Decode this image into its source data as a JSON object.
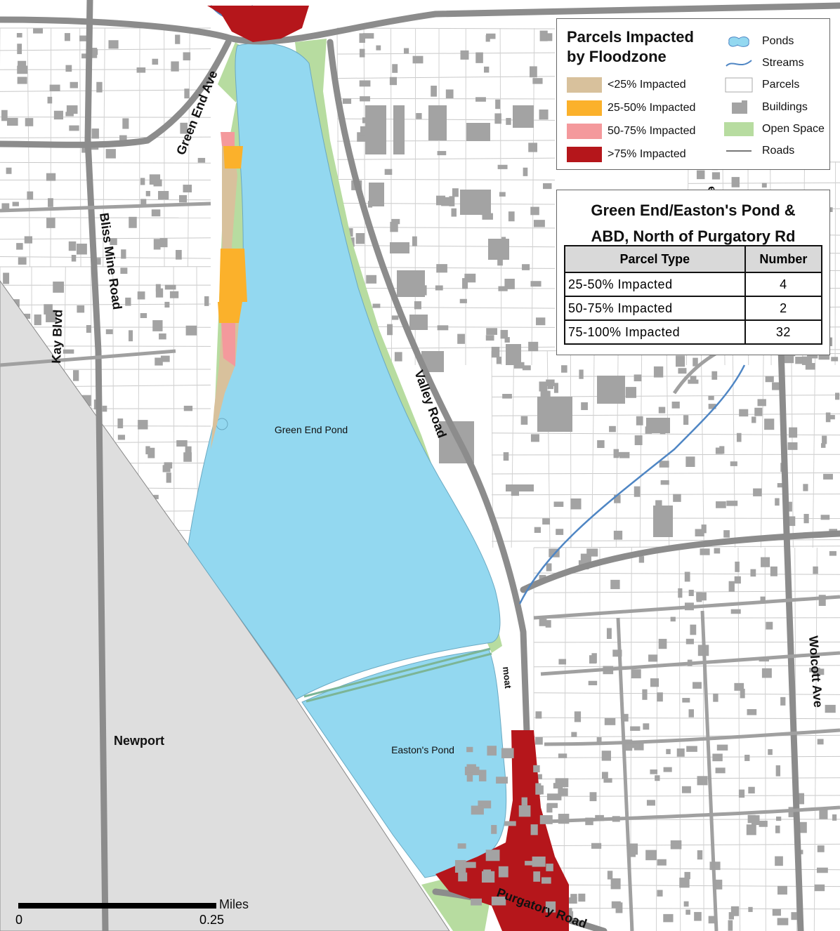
{
  "map": {
    "water_labels": {
      "green_end_pond": "Green End Pond",
      "eastons_pond": "Easton's Pond"
    },
    "place_label": "Newport",
    "road_labels": {
      "green_end_ave": "Green End Ave",
      "bliss_mine_road": "Bliss Mine Road",
      "kay_blvd": "Kay Blvd",
      "valley_road": "Valley Road",
      "wolcott_ave": "Wolcott Ave",
      "purgatory_road": "Purgatory Road",
      "moat": "moat",
      "partial_label": "ec"
    },
    "colors": {
      "water": "#93d8f0",
      "open_space": "#b7dca0",
      "newport": "#dedede",
      "buildings": "#a3a3a3",
      "roads": "#8c8c8c",
      "streams": "#4f86c4",
      "impact_lt25": "#d8c19c",
      "impact_25_50": "#fbb12b",
      "impact_50_75": "#f4999c",
      "impact_gt75": "#b5161b"
    }
  },
  "legend": {
    "title_line1": "Parcels Impacted",
    "title_line2": "by Floodzone",
    "impact_items": [
      {
        "label": "<25% Impacted",
        "color": "#d8c19c"
      },
      {
        "label": "25-50% Impacted",
        "color": "#fbb12b"
      },
      {
        "label": "50-75% Impacted",
        "color": "#f4999c"
      },
      {
        "label": ">75% Impacted",
        "color": "#b5161b"
      }
    ],
    "feature_items": [
      {
        "label": "Ponds",
        "icon": "pond-icon"
      },
      {
        "label": "Streams",
        "icon": "stream-icon"
      },
      {
        "label": "Parcels",
        "icon": "parcel-icon"
      },
      {
        "label": "Buildings",
        "icon": "building-icon"
      },
      {
        "label": "Open Space",
        "icon": "open-space-icon"
      },
      {
        "label": "Roads",
        "icon": "road-icon"
      }
    ]
  },
  "stats": {
    "title_line1": "Green End/Easton's Pond &",
    "title_line2": "ABD, North of Purgatory Rd",
    "headers": [
      "Parcel Type",
      "Number"
    ],
    "rows": [
      {
        "type": "25-50% Impacted",
        "number": "4"
      },
      {
        "type": "50-75% Impacted",
        "number": "2"
      },
      {
        "type": "75-100% Impacted",
        "number": "32"
      }
    ]
  },
  "scale": {
    "unit": "Miles",
    "start": "0",
    "end": "0.25"
  }
}
